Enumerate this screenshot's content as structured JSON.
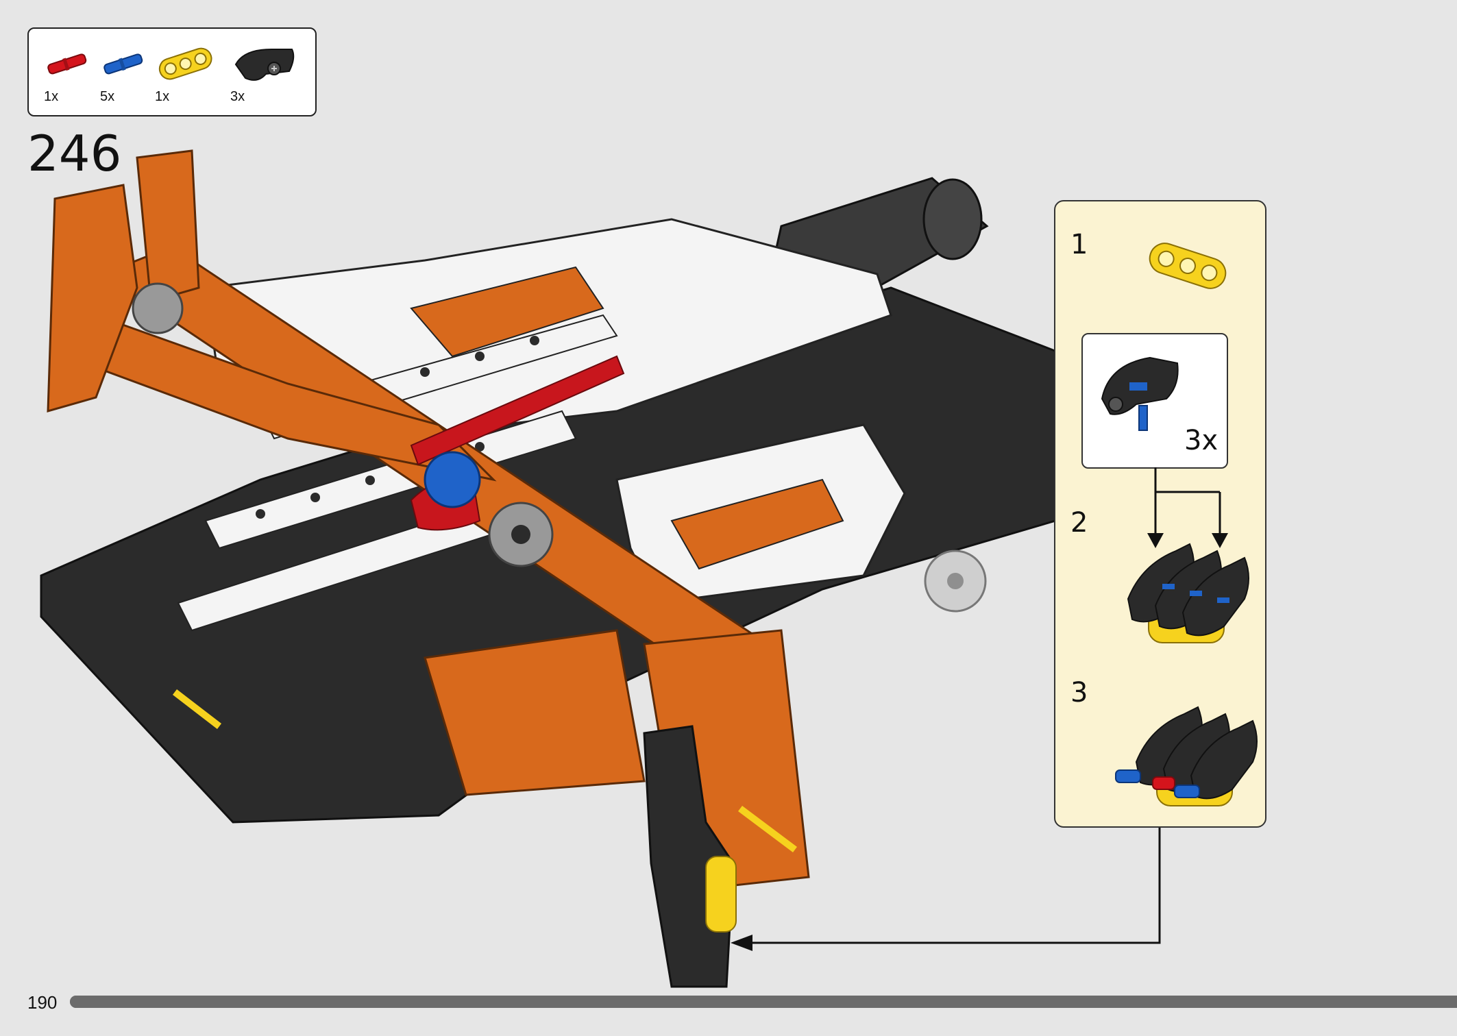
{
  "parts_list": [
    {
      "name": "red-axle-pin",
      "color": "#d4141c",
      "quantity": "1x"
    },
    {
      "name": "blue-pin",
      "color": "#1f63c9",
      "quantity": "5x"
    },
    {
      "name": "yellow-3-hole-beam",
      "color": "#f6d21e",
      "quantity": "1x"
    },
    {
      "name": "black-panel-connector",
      "color": "#2a2a2a",
      "quantity": "3x"
    }
  ],
  "step_number": "246",
  "sub_assembly": {
    "steps": [
      {
        "number": "1"
      },
      {
        "number": "2"
      },
      {
        "number": "3"
      }
    ],
    "inner_quantity": "3x"
  },
  "page_number": "190",
  "progress": 1.0,
  "colors": {
    "orange": "#d8691c",
    "black": "#2b2b2b",
    "white": "#f4f4f4",
    "yellow": "#f6d21e",
    "panel_bg": "#fbf3d2",
    "page_bg": "#e6e6e6"
  }
}
